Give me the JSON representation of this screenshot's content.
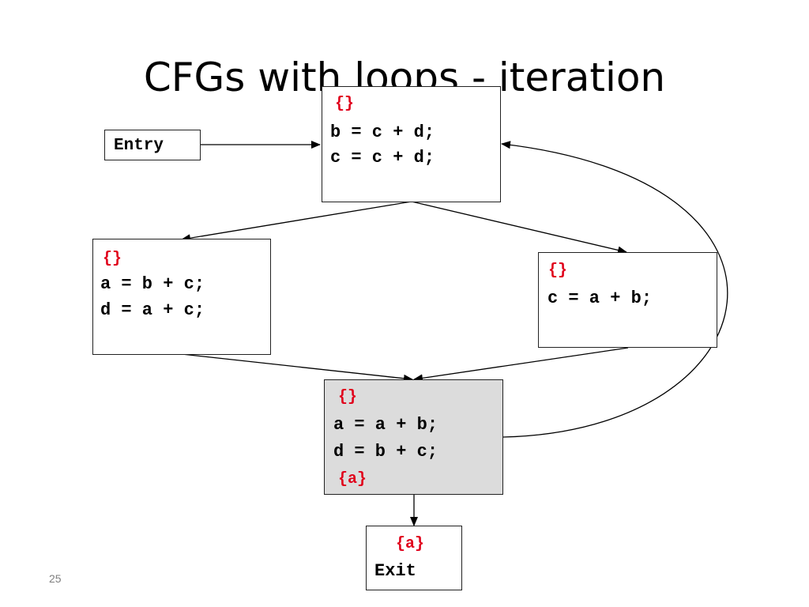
{
  "title": "CFGs with loops - iteration",
  "page_number": "25",
  "nodes": {
    "entry": {
      "label": "Entry"
    },
    "b1": {
      "in_set": "{}",
      "lines": [
        "b = c + d;",
        "c = c + d;"
      ]
    },
    "b2": {
      "in_set": "{}",
      "lines": [
        "a = b + c;",
        "d = a + c;"
      ]
    },
    "b3": {
      "in_set": "{}",
      "lines": [
        "c = a + b;"
      ]
    },
    "b4": {
      "in_set": "{}",
      "lines": [
        "a = a + b;",
        "d = b + c;"
      ],
      "out_set": "{a}"
    },
    "exit": {
      "in_set": "{a}",
      "label": "Exit"
    }
  },
  "colors": {
    "set_text": "#e0001b",
    "shaded_block": "#dcdcdc",
    "page_number": "#7f7f7f"
  }
}
